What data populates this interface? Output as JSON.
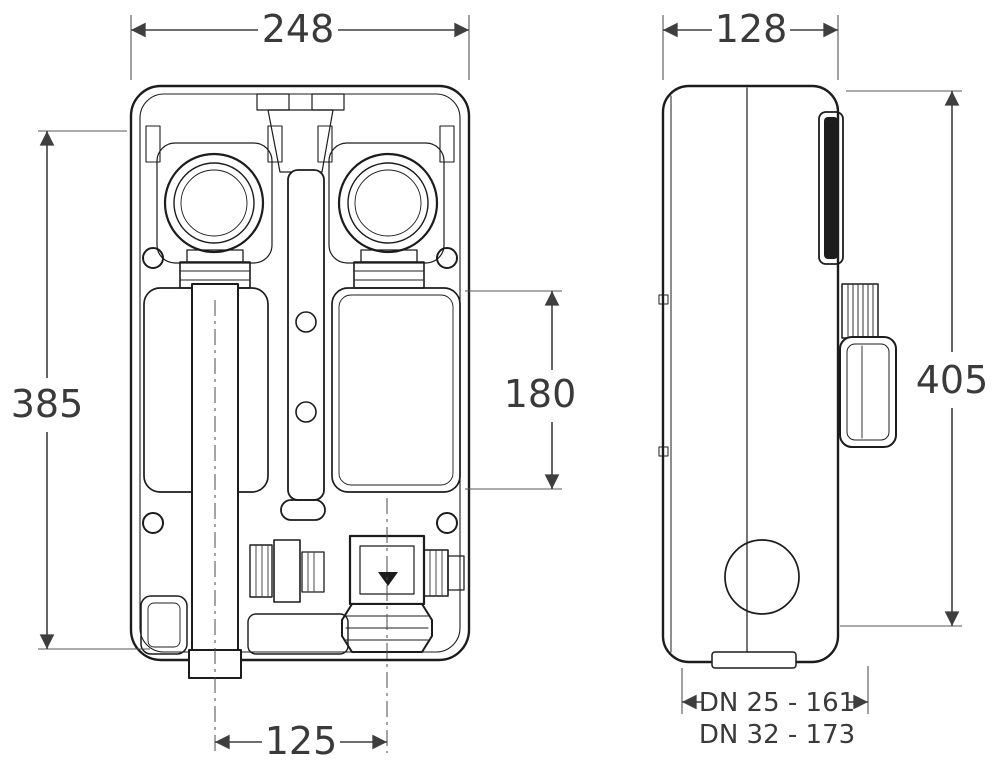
{
  "diagram": {
    "type": "technical-dimension-drawing",
    "views": {
      "front": "pump-group-front-view",
      "side": "pump-group-side-view"
    },
    "dimensions": {
      "front_width": "248",
      "side_width": "128",
      "front_height": "385",
      "port_spacing": "180",
      "side_height": "405",
      "center_distance": "125",
      "dn25": "DN 25 - 161",
      "dn32": "DN 32 - 173"
    }
  },
  "colors": {
    "line": "#1c1c1c",
    "dim": "#3e3e3e",
    "text": "#3a3a3a",
    "bg": "#ffffff"
  }
}
